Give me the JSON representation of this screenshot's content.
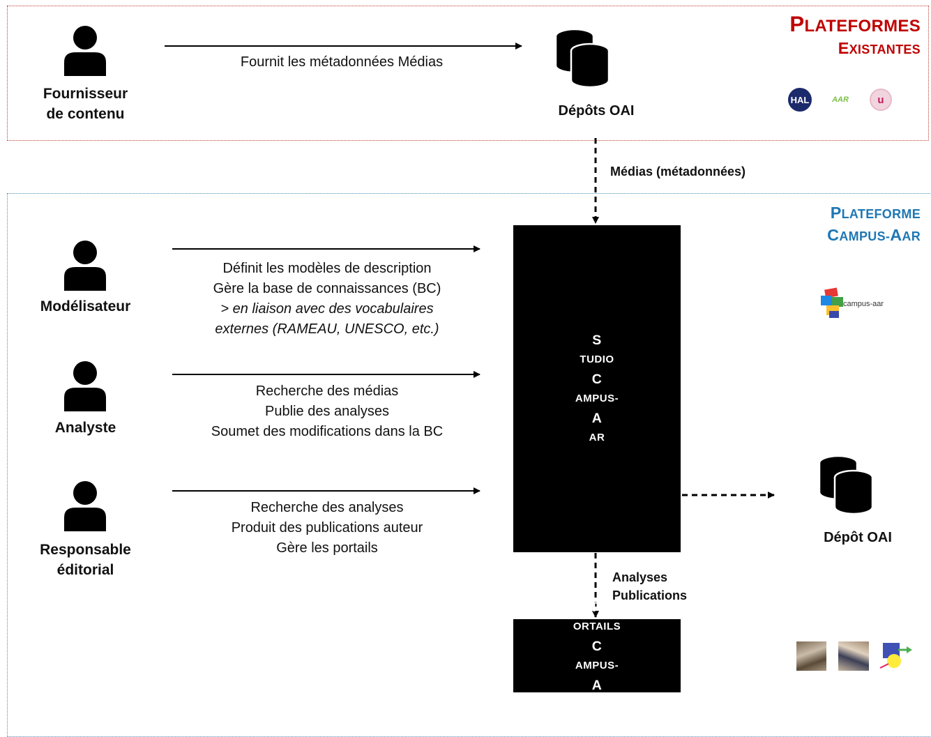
{
  "zones": {
    "existing": {
      "title_line1": "Plateformes",
      "title_line2": "existantes",
      "color": "#c00000"
    },
    "campus": {
      "title_line1": "Plateforme",
      "title_line2": "Campus-AAR",
      "color": "#1f77b4"
    }
  },
  "actors": {
    "provider": "Fournisseur de contenu",
    "modeler": "Modélisateur",
    "analyst": "Analyste",
    "editor": "Responsable éditorial"
  },
  "flows": {
    "provider": [
      "Fournit les métadonnées Médias"
    ],
    "modeler": [
      "Définit les modèles de description",
      "Gère la base de connaissances (BC)"
    ],
    "modeler_italic": [
      "> en liaison avec des vocabulaires",
      "externes (RAMEAU, UNESCO, etc.)"
    ],
    "analyst": [
      "Recherche des médias",
      "Publie des analyses",
      "Soumet des modifications dans la BC"
    ],
    "editor": [
      "Recherche des analyses",
      "Produit des publications auteur",
      "Gère les portails"
    ]
  },
  "repositories": {
    "top": "Dépôts OAI",
    "right": "Dépôt OAI"
  },
  "edges": {
    "media": "Médias (métadonnées)",
    "analyses": "Analyses",
    "publications": "Publications"
  },
  "boxes": {
    "studio_line1": "Studio",
    "studio_line2": "Campus-AAR",
    "portals_line1": "Portails",
    "portals_line2": "Campus-AAR"
  },
  "logos": {
    "hal": "HAL",
    "aar": "AAR",
    "u": "u",
    "campus": "campus-aar"
  },
  "icons": [
    "person-icon",
    "database-icon"
  ]
}
